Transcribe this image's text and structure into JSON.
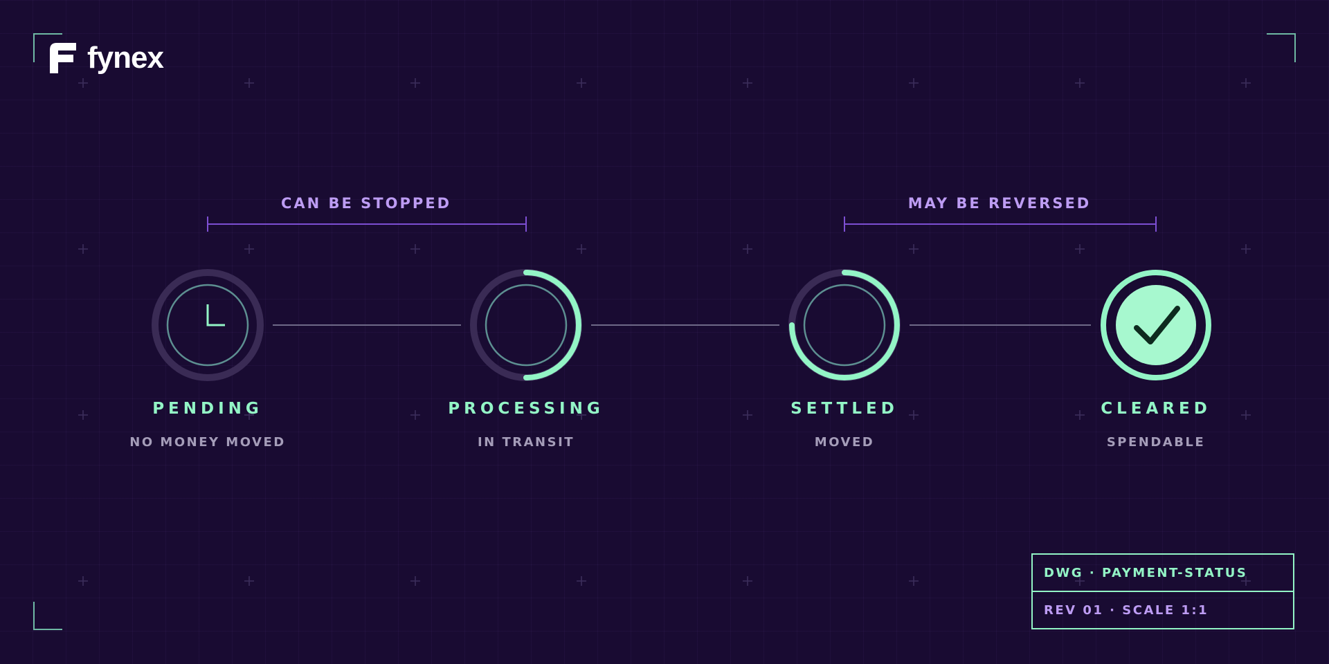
{
  "brand": {
    "name": "fynex",
    "logo_icon": "fynex-f-logo-icon"
  },
  "colors": {
    "background": "#190b32",
    "accent_mint": "#93f5c6",
    "accent_purple": "#bd9cf3",
    "muted_text": "#a59db9",
    "ring_track": "#3a2b55"
  },
  "spans": [
    {
      "label": "CAN BE STOPPED"
    },
    {
      "label": "MAY BE REVERSED"
    }
  ],
  "steps": [
    {
      "title": "PENDING",
      "subtitle": "NO MONEY MOVED",
      "icon": "clock-icon",
      "progress": 0
    },
    {
      "title": "PROCESSING",
      "subtitle": "IN TRANSIT",
      "icon": "progress-ring-icon",
      "progress": 0.5
    },
    {
      "title": "SETTLED",
      "subtitle": "MOVED",
      "icon": "progress-ring-icon",
      "progress": 0.75
    },
    {
      "title": "CLEARED",
      "subtitle": "SPENDABLE",
      "icon": "checkmark-icon",
      "progress": 1
    }
  ],
  "title_block": {
    "line1": "DWG · PAYMENT-STATUS",
    "line2": "REV 01 · SCALE 1:1"
  }
}
